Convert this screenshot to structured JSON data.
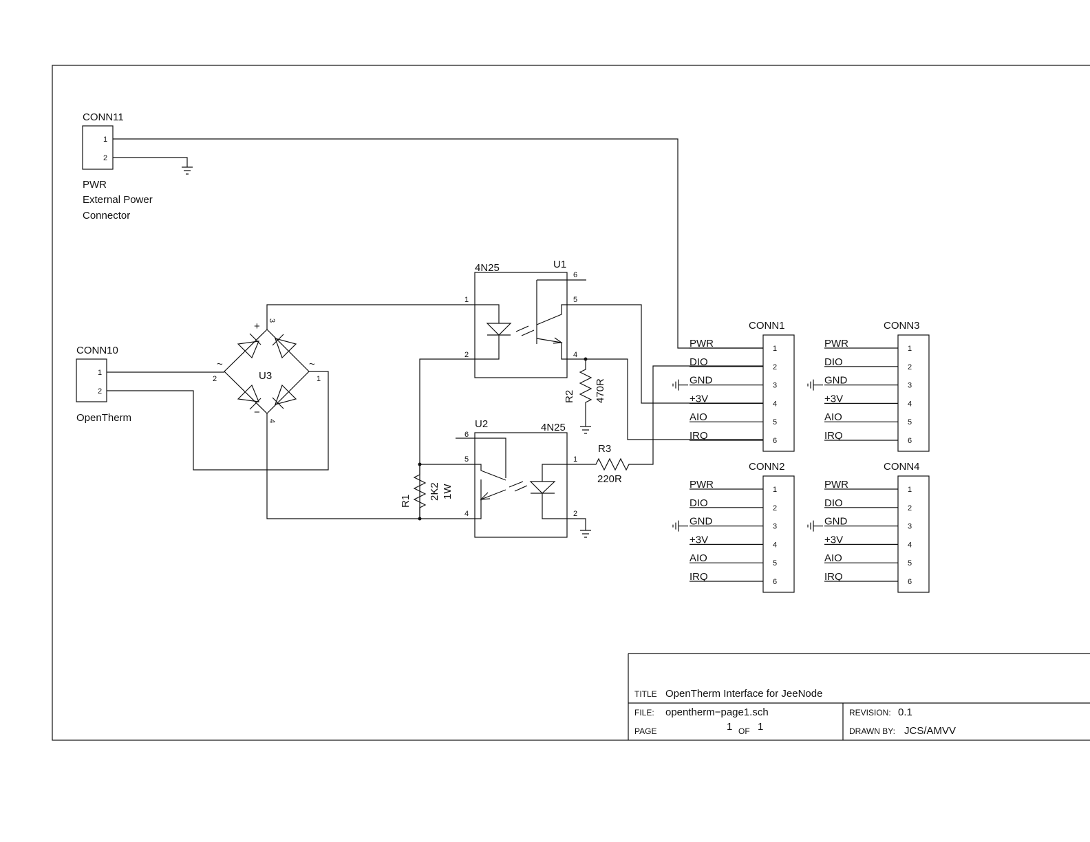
{
  "conn11": {
    "ref": "CONN11",
    "pins": [
      "1",
      "2"
    ],
    "value_lines": [
      "PWR",
      "External Power",
      "Connector"
    ]
  },
  "conn10": {
    "ref": "CONN10",
    "pins": [
      "1",
      "2"
    ],
    "value": "OpenTherm"
  },
  "u3": {
    "ref": "U3",
    "plus": "+",
    "minus": "−",
    "ac": "~",
    "pins": [
      "3",
      "2",
      "1",
      "4"
    ]
  },
  "u1": {
    "ref": "U1",
    "part": "4N25",
    "pins": [
      "1",
      "2",
      "4",
      "5",
      "6"
    ]
  },
  "u2": {
    "ref": "U2",
    "part": "4N25",
    "pins": [
      "6",
      "5",
      "4",
      "1",
      "2"
    ]
  },
  "r1": {
    "ref": "R1",
    "value1": "2K2",
    "value2": "1W"
  },
  "r2": {
    "ref": "R2",
    "value": "470R"
  },
  "r3": {
    "ref": "R3",
    "value": "220R"
  },
  "jeenode_ports": [
    {
      "ref": "CONN1",
      "signals": [
        "PWR",
        "DIO",
        "GND",
        "+3V",
        "AIO",
        "IRQ"
      ],
      "pins": [
        "1",
        "2",
        "3",
        "4",
        "5",
        "6"
      ]
    },
    {
      "ref": "CONN3",
      "signals": [
        "PWR",
        "DIO",
        "GND",
        "+3V",
        "AIO",
        "IRQ"
      ],
      "pins": [
        "1",
        "2",
        "3",
        "4",
        "5",
        "6"
      ]
    },
    {
      "ref": "CONN2",
      "signals": [
        "PWR",
        "DIO",
        "GND",
        "+3V",
        "AIO",
        "IRQ"
      ],
      "pins": [
        "1",
        "2",
        "3",
        "4",
        "5",
        "6"
      ]
    },
    {
      "ref": "CONN4",
      "signals": [
        "PWR",
        "DIO",
        "GND",
        "+3V",
        "AIO",
        "IRQ"
      ],
      "pins": [
        "1",
        "2",
        "3",
        "4",
        "5",
        "6"
      ]
    }
  ],
  "title_block": {
    "title_label": "TITLE",
    "title": "OpenTherm Interface for JeeNode",
    "file_label": "FILE:",
    "file": "opentherm−page1.sch",
    "revision_label": "REVISION:",
    "revision": "0.1",
    "page_label": "PAGE",
    "page": "1",
    "of_label": "OF",
    "page_total": "1",
    "drawn_by_label": "DRAWN BY:",
    "drawn_by": "JCS/AMVV"
  }
}
